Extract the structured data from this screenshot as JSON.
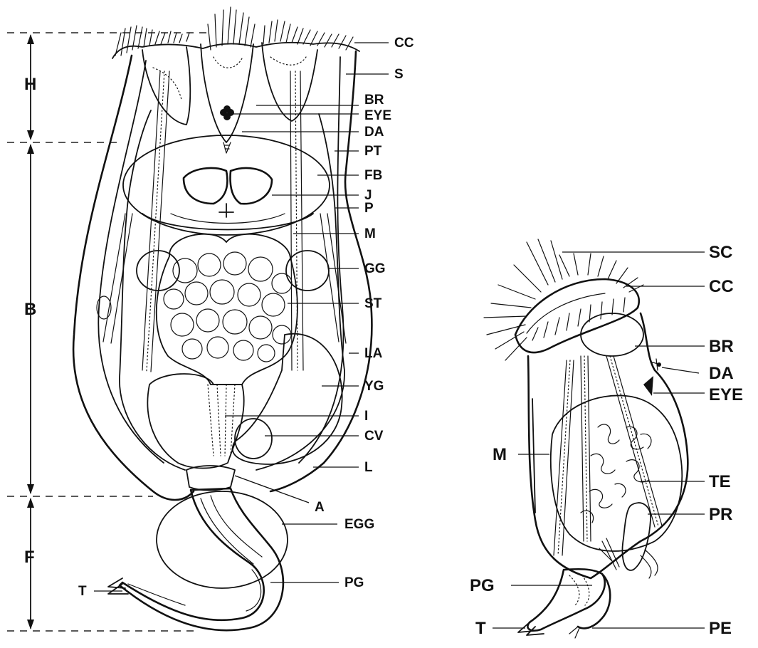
{
  "left_figure": {
    "section_labels": [
      "H",
      "B",
      "F"
    ],
    "labels": [
      "CC",
      "S",
      "BR",
      "EYE",
      "DA",
      "PT",
      "FB",
      "J",
      "P",
      "M",
      "GG",
      "ST",
      "LA",
      "YG",
      "I",
      "CV",
      "L",
      "A",
      "EGG",
      "PG",
      "T"
    ]
  },
  "right_figure": {
    "labels": [
      "SC",
      "CC",
      "BR",
      "DA",
      "EYE",
      "M",
      "TE",
      "PR",
      "PG",
      "T",
      "PE"
    ]
  }
}
